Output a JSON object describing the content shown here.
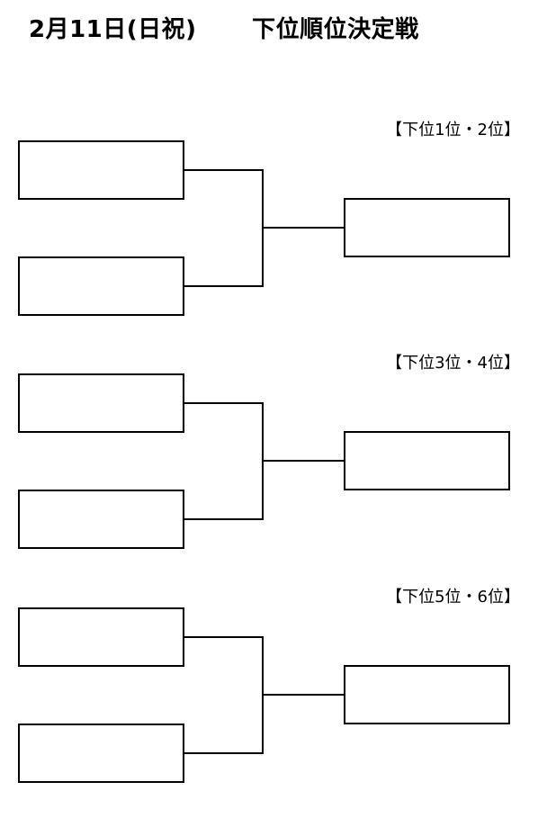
{
  "header": {
    "date": "2月11日(日祝)",
    "title": "下位順位決定戦"
  },
  "brackets": [
    {
      "label": "【下位1位・2位】"
    },
    {
      "label": "【下位3位・4位】"
    },
    {
      "label": "【下位5位・6位】"
    }
  ]
}
